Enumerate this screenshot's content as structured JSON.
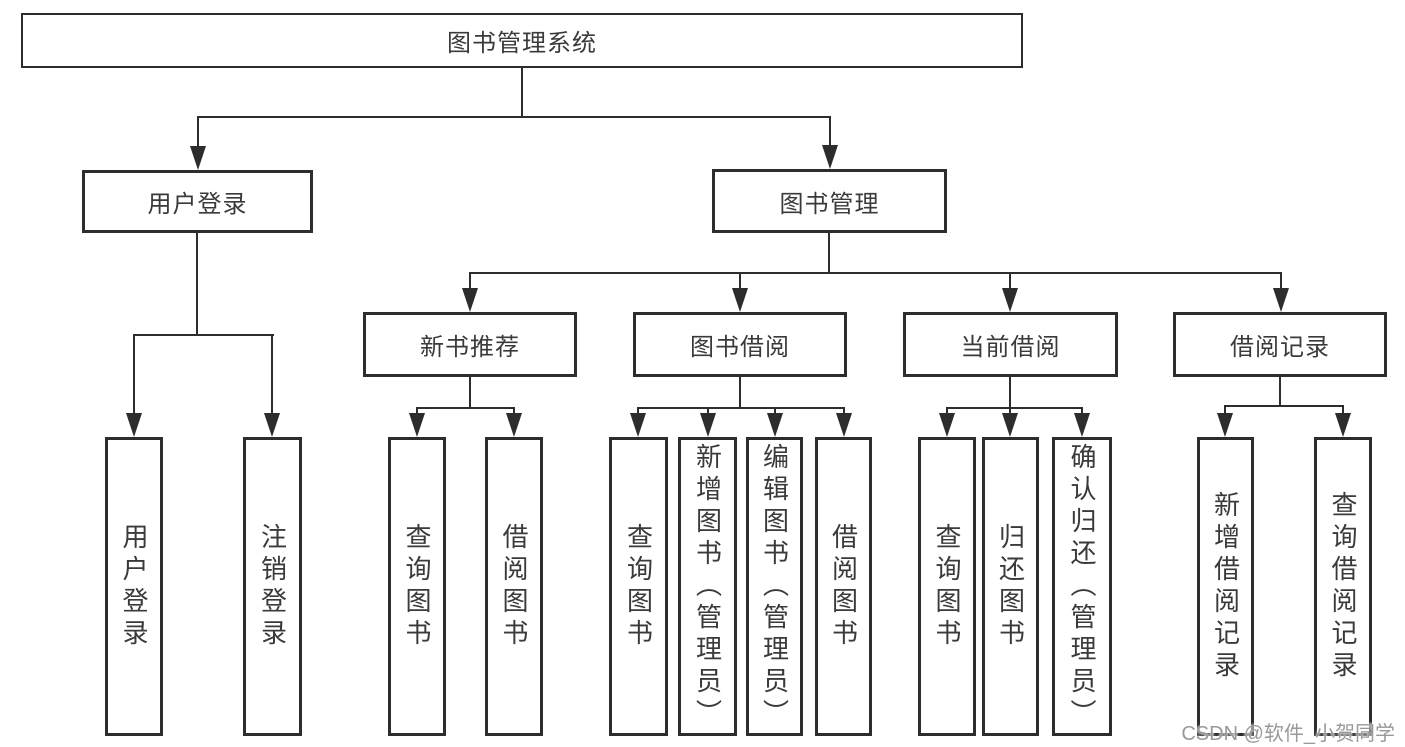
{
  "diagram": {
    "root": {
      "label": "图书管理系统"
    },
    "level2": [
      {
        "label": "用户登录"
      },
      {
        "label": "图书管理"
      }
    ],
    "level3": [
      {
        "label": "新书推荐"
      },
      {
        "label": "图书借阅"
      },
      {
        "label": "当前借阅"
      },
      {
        "label": "借阅记录"
      }
    ],
    "leaves": [
      {
        "label": "用户登录"
      },
      {
        "label": "注销登录"
      },
      {
        "label": "查询图书"
      },
      {
        "label": "借阅图书"
      },
      {
        "label": "查询图书"
      },
      {
        "label": "新增图书（管理员）"
      },
      {
        "label": "编辑图书（管理员）"
      },
      {
        "label": "借阅图书"
      },
      {
        "label": "查询图书"
      },
      {
        "label": "归还图书"
      },
      {
        "label": "确认归还（管理员）"
      },
      {
        "label": "新增借阅记录"
      },
      {
        "label": "查询借阅记录"
      }
    ],
    "watermark": "CSDN @软件_小贺同学",
    "colors": {
      "line": "#2d2d2d",
      "text": "#3a3a3a",
      "watermark": "#999999",
      "background": "#ffffff"
    }
  }
}
